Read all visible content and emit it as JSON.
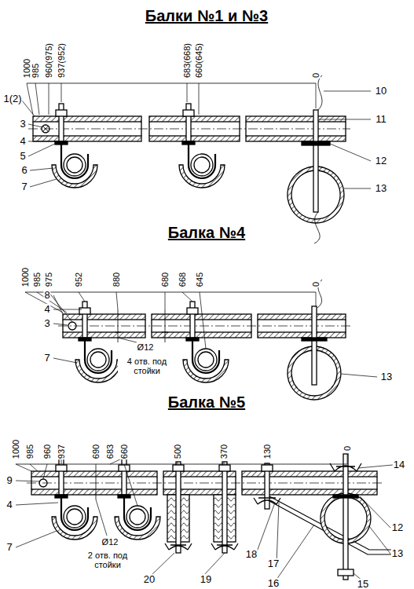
{
  "diagram": {
    "title": "Балки №1 и №3",
    "labels": [
      "1000",
      "985",
      "960(975)",
      "937(952)",
      "683(668)",
      "660(645)",
      "0",
      "1(2)",
      "3",
      "4",
      "5",
      "6",
      "7",
      "10",
      "11",
      "12",
      "13",
      "Балка №4",
      "1000",
      "985",
      "975",
      "952",
      "880",
      "680",
      "668",
      "645",
      "0",
      "8",
      "4",
      "3",
      "7",
      "Ø12",
      "4 отв. под стойки",
      "13",
      "Балка №5",
      "1000",
      "985",
      "960",
      "937",
      "690",
      "683",
      "660",
      "500",
      "370",
      "130",
      "0",
      "9",
      "4",
      "7",
      "Ø12",
      "2 отв. под стойки",
      "14",
      "12",
      "13",
      "15",
      "16",
      "17",
      "18",
      "19",
      "20"
    ]
  }
}
